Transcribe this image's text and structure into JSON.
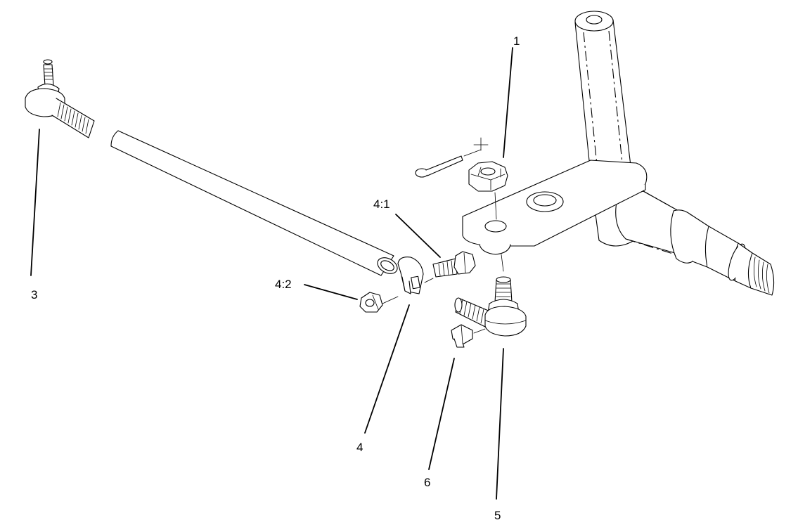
{
  "callouts": [
    {
      "id": "1",
      "text": "1"
    },
    {
      "id": "3",
      "text": "3"
    },
    {
      "id": "4-1",
      "text": "4:1"
    },
    {
      "id": "4-2",
      "text": "4:2"
    },
    {
      "id": "4",
      "text": "4"
    },
    {
      "id": "6",
      "text": "6"
    },
    {
      "id": "5",
      "text": "5"
    }
  ],
  "colors": {
    "line": "#000000",
    "background": "#ffffff"
  }
}
